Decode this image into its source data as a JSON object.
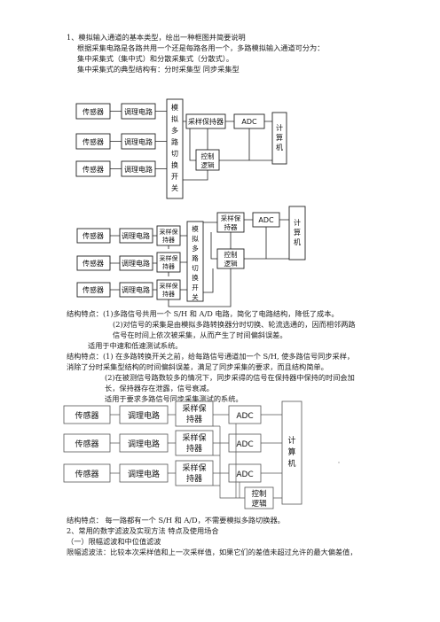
{
  "text": {
    "l1": "1、模拟输入通道的基本类型，绘出一种框图并简要说明",
    "l2": "根据采集电路是各路共用一个还是每路各用一个，多路模拟输入通道可分为：",
    "l3": "集中采集式（集中式）和分散采集式（分散式）。",
    "l4": "集中采集式的典型结构有：分时采集型      同步采集型",
    "f1": "结构特点：(1)多路信号共用一个 S/H 和 A/D 电路，简化了电路结构，降低了成本。",
    "f2": "(2)对信号的采集是由模拟多路转换器分时切换、轮流选通的，因而相邻两路",
    "f3": "信号在时间上依次被采集，从而产生了时间偏斜误差。",
    "f4": "适用于中速和低速测试系统。",
    "f5": "结构特点：(1) 在多路转换开关之前，给每路信号通道加一个 S/H, 使多路信号同步采样，",
    "f6": "消除了分时采集型结构的时间偏斜误差，满足了同步采集的要求，而且结构简单。",
    "f7": "(2)在被测信号路数较多的情况下，同步采得的信号在保持器中保持的时间会加",
    "f8": "长，保持器存在泄露，信号衰减。",
    "f9": "适用于要求多路信号同步采集测试的系统。",
    "g1": "结构特点：   每一路都有一个 S/H 和 A/D，不需要模拟多路切换器。",
    "g2": "2、常用的数字滤波及实现方法      特点及使用场合",
    "g3": "（一）限幅滤波和中位值滤波",
    "g4": "限幅滤波法：比较本次采样值和上一次采样值，如果它们的差值未超过允许的最大偏差值，"
  },
  "d1": {
    "sensor": "传感器",
    "cond": "调理电路",
    "mux": [
      "模",
      "拟",
      "多",
      "路",
      "切",
      "换",
      "开",
      "关"
    ],
    "sh": "采样保持器",
    "adc": "ADC",
    "ctrl": [
      "控制",
      "逻辑"
    ],
    "comp": [
      "计",
      "算",
      "机"
    ]
  },
  "d2": {
    "sensor": "传感器",
    "cond": "调理电路",
    "sh_small": [
      "采样保",
      "持器"
    ],
    "mux": [
      "模",
      "拟",
      "多",
      "路",
      "切",
      "换",
      "开",
      "关"
    ],
    "sh_big": [
      "采样保",
      "持器"
    ],
    "adc": "ADC",
    "ctrl": [
      "控制",
      "逻辑"
    ],
    "comp": [
      "计",
      "算",
      "机"
    ]
  },
  "d3": {
    "sensor": "传感器",
    "cond": "调理电路",
    "sh": [
      "采样保",
      "持器"
    ],
    "adc": "ADC",
    "ctrl": [
      "控制",
      "逻辑"
    ],
    "comp": [
      "计",
      "算",
      "机"
    ]
  }
}
